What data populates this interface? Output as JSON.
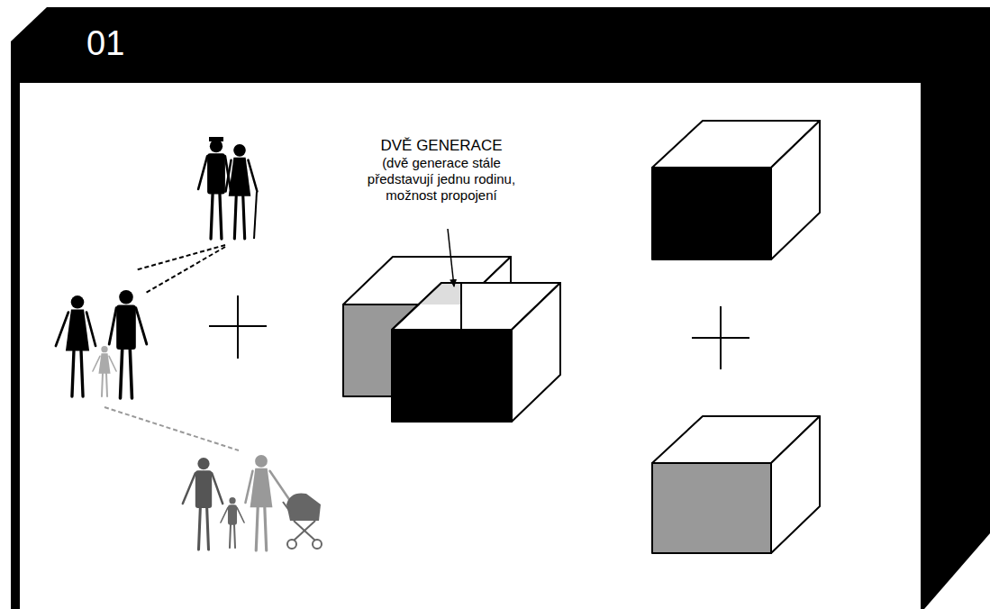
{
  "diagram": {
    "labels": [
      "01",
      "DVĚ GENERACE",
      "(dvě generace stále představují jednu rodinu, možnost propojení"
    ]
  }
}
